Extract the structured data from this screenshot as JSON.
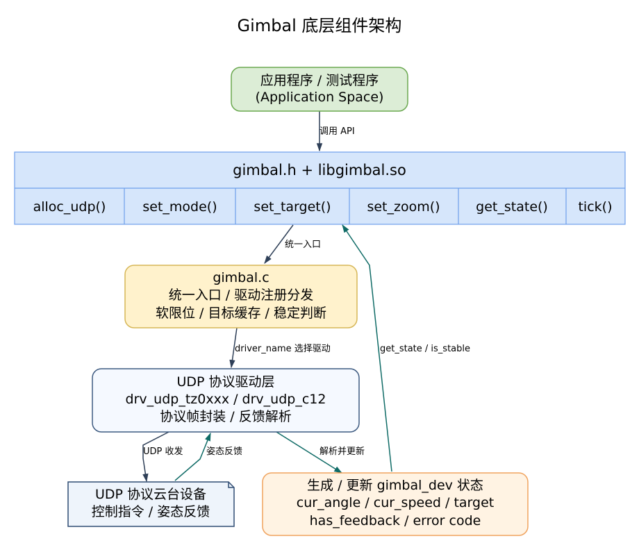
{
  "title": "Gimbal 底层组件架构",
  "nodes": {
    "app": {
      "lines": [
        "应用程序 / 测试程序",
        "(Application Space)"
      ],
      "fill": "#dcedd6",
      "stroke": "#6aa84f"
    },
    "lib": {
      "header": "gimbal.h + libgimbal.so",
      "functions": [
        "alloc_udp()",
        "set_mode()",
        "set_target()",
        "set_zoom()",
        "get_state()",
        "tick()"
      ],
      "fill": "#d6e6fb",
      "stroke": "#6d9eeb"
    },
    "core": {
      "lines": [
        "gimbal.c",
        "统一入口 / 驱动注册分发",
        "软限位 / 目标缓存 / 稳定判断"
      ],
      "fill": "#fff2cc",
      "stroke": "#d6b656"
    },
    "driver": {
      "lines": [
        "UDP 协议驱动层",
        "drv_udp_tz0xxx / drv_udp_c12",
        "协议帧封装 / 反馈解析"
      ],
      "fill": "#f5f9ff",
      "stroke": "#3d5a80"
    },
    "device": {
      "lines": [
        "UDP 协议云台设备",
        "控制指令 / 姿态反馈"
      ],
      "fill": "#eef4fb",
      "stroke": "#2f4b72"
    },
    "state": {
      "lines": [
        "生成 / 更新 gimbal_dev 状态",
        "cur_angle / cur_speed / target",
        "has_feedback / error code"
      ],
      "fill": "#fff3e3",
      "stroke": "#f0a35e"
    }
  },
  "edges": {
    "app_to_lib": "调用 API",
    "lib_to_core": "统一入口",
    "core_to_driver": "driver_name 选择驱动",
    "state_to_lib": "get_state / is_stable",
    "driver_to_device": "UDP 收发",
    "device_to_driver": "姿态反馈",
    "driver_to_state": "解析并更新"
  },
  "colors": {
    "edge_dark": "#2e3f57",
    "edge_teal": "#0f6b66"
  }
}
